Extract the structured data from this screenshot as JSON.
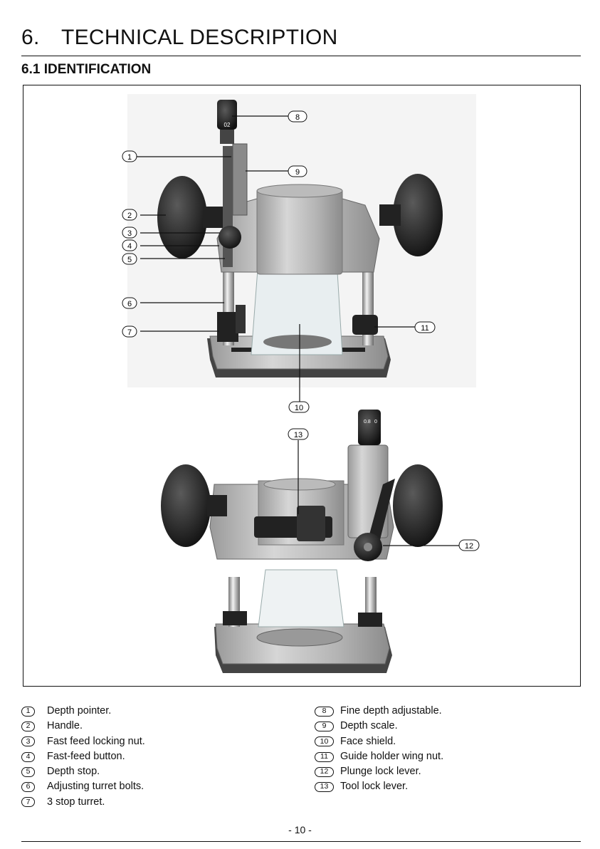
{
  "header": {
    "section_number": "6.",
    "section_title": "TECHNICAL DESCRIPTION",
    "subsection": "6.1 IDENTIFICATION"
  },
  "figure": {
    "scale_top": "02",
    "scale_bottom_left": "0.8",
    "scale_bottom_right": "0"
  },
  "callouts": [
    "1",
    "2",
    "3",
    "4",
    "5",
    "6",
    "7",
    "8",
    "9",
    "10",
    "11",
    "12",
    "13"
  ],
  "legend_left": [
    {
      "num": "1",
      "text": "Depth pointer."
    },
    {
      "num": "2",
      "text": "Handle."
    },
    {
      "num": "3",
      "text": "Fast feed locking nut."
    },
    {
      "num": "4",
      "text": "Fast-feed button."
    },
    {
      "num": "5",
      "text": "Depth stop."
    },
    {
      "num": "6",
      "text": "Adjusting turret bolts."
    },
    {
      "num": "7",
      "text": "3 stop turret."
    }
  ],
  "legend_right": [
    {
      "num": "8",
      "text": "Fine depth adjustable."
    },
    {
      "num": "9",
      "text": "Depth scale."
    },
    {
      "num": "10",
      "text": "Face shield."
    },
    {
      "num": "11",
      "text": "Guide holder wing nut."
    },
    {
      "num": "12",
      "text": "Plunge lock lever."
    },
    {
      "num": "13",
      "text": "Tool lock lever."
    }
  ],
  "footer": {
    "page_number": "- 10 -"
  }
}
